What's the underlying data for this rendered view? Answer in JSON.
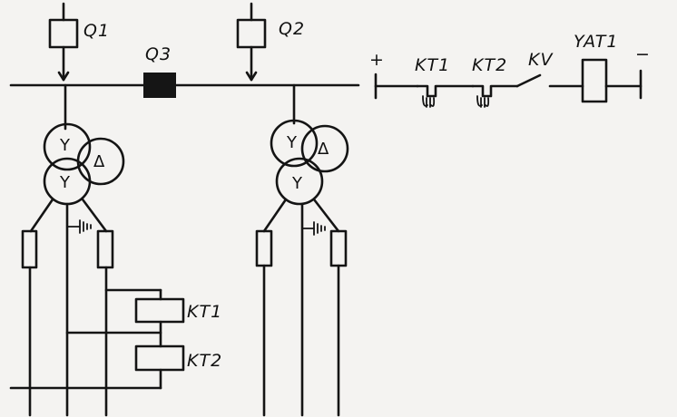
{
  "labels": {
    "q1": "Q1",
    "q2": "Q2",
    "q3": "Q3",
    "kt1_contact": "KT1",
    "kt2_contact": "KT2",
    "kv": "KV",
    "yat1": "YAT1",
    "plus": "+",
    "minus": "−",
    "kt1_coil": "KT1",
    "kt2_coil": "KT2"
  },
  "transformer_symbols": {
    "star": "Y",
    "delta": "Δ"
  }
}
